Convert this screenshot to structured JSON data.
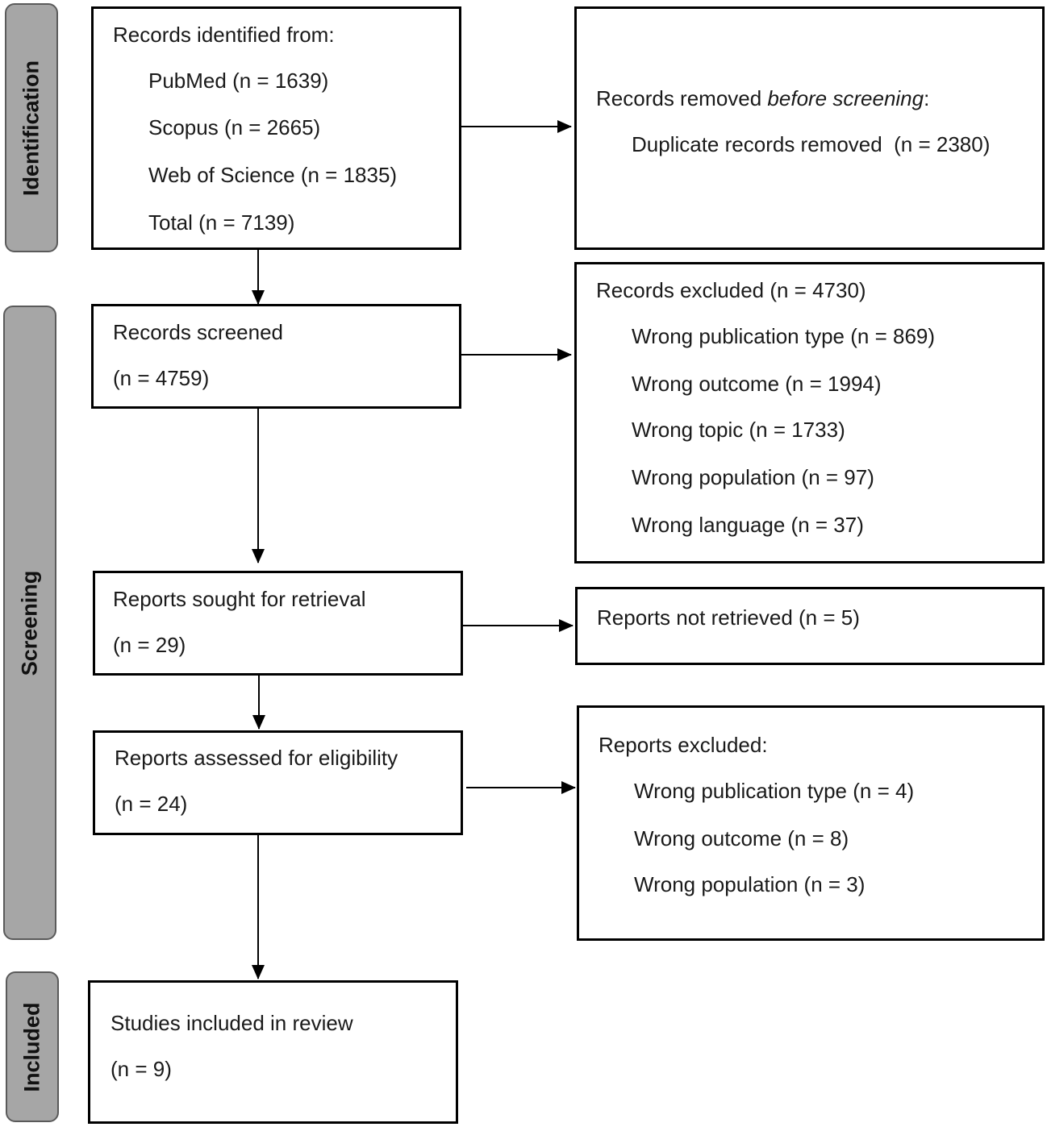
{
  "stages": {
    "identification": "Identification",
    "screening": "Screening",
    "included": "Included"
  },
  "identified": {
    "heading": "Records identified from:",
    "pubmed": "PubMed (n = 1639)",
    "scopus": "Scopus (n = 2665)",
    "wos": "Web of Science (n = 1835)",
    "total": "Total (n = 7139)"
  },
  "removed": {
    "heading_prefix": "Records removed ",
    "heading_emphasis": "before screening",
    "heading_suffix": ":",
    "duplicates": "Duplicate records removed  (n = 2380)"
  },
  "screened": {
    "label": "Records screened",
    "count": "(n = 4759)"
  },
  "excluded": {
    "heading": "Records excluded (n = 4730)",
    "reasons": [
      "Wrong publication type (n = 869)",
      "Wrong outcome (n = 1994)",
      "Wrong topic (n = 1733)",
      "Wrong population (n = 97)",
      "Wrong language (n = 37)"
    ]
  },
  "sought": {
    "label": "Reports sought for retrieval",
    "count": "(n = 29)"
  },
  "not_retrieved": {
    "label": "Reports not retrieved (n = 5)"
  },
  "assessed": {
    "label": "Reports assessed for eligibility",
    "count": "(n = 24)"
  },
  "reports_excluded": {
    "heading": "Reports excluded:",
    "reasons": [
      "Wrong publication type (n = 4)",
      "Wrong outcome (n = 8)",
      "Wrong population (n = 3)"
    ]
  },
  "included": {
    "label": "Studies included in review",
    "count": "(n = 9)"
  }
}
